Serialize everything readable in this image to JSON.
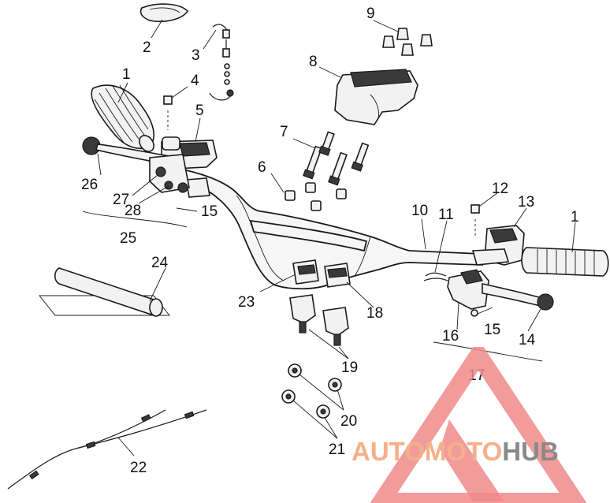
{
  "labels": {
    "n1a": "1",
    "n1b": "1",
    "n2": "2",
    "n3": "3",
    "n4": "4",
    "n5": "5",
    "n6": "6",
    "n7": "7",
    "n8": "8",
    "n9": "9",
    "n10": "10",
    "n11": "11",
    "n12": "12",
    "n13": "13",
    "n14": "14",
    "n15a": "15",
    "n15b": "15",
    "n16": "16",
    "n17": "17",
    "n18": "18",
    "n19": "19",
    "n20": "20",
    "n21": "21",
    "n22": "22",
    "n23": "23",
    "n24": "24",
    "n25": "25",
    "n26": "26",
    "n27": "27",
    "n28": "28"
  },
  "watermark": {
    "part1": "AUTO",
    "part2": "MOTO",
    "part3": "HUB",
    "color_auto": "#f4b08a",
    "color_moto": "#f4b08a",
    "color_hub": "#8a8a8a",
    "triangle_color": "#f08a8a"
  }
}
